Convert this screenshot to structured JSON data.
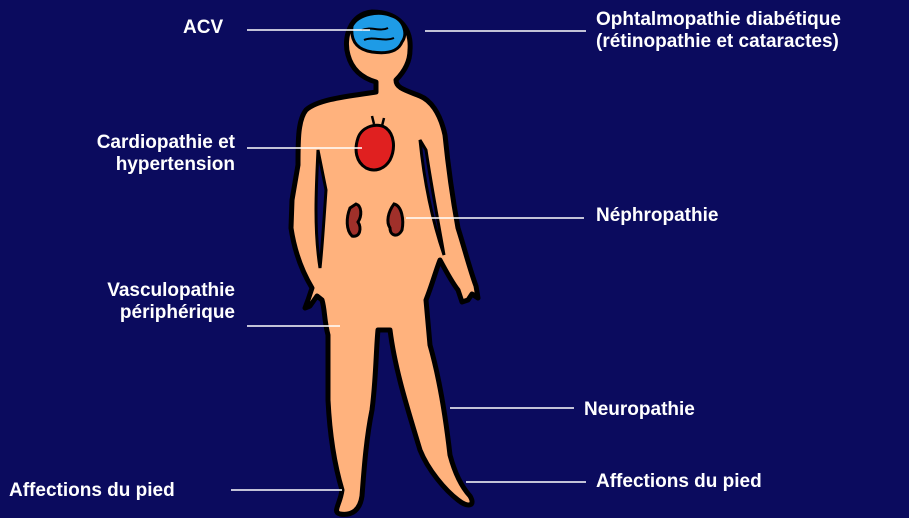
{
  "labels": {
    "acv": "ACV",
    "ophthalmo_line1": "Ophtalmopathie diabétique",
    "ophthalmo_line2": "(rétinopathie et cataractes)",
    "cardio_line1": "Cardiopathie et",
    "cardio_line2": "hypertension",
    "nephro": "Néphropathie",
    "vasculo_line1": "Vasculopathie",
    "vasculo_line2": "périphérique",
    "neuro": "Neuropathie",
    "foot_left": "Affections du pied",
    "foot_right": "Affections du pied"
  },
  "colors": {
    "background": "#0b0b5e",
    "skin": "#ffb27d",
    "outline": "#000000",
    "brain": "#1e9be6",
    "heart": "#e02020",
    "kidney": "#a0302a",
    "leader_line": "#ffffff",
    "text": "#ffffff"
  }
}
